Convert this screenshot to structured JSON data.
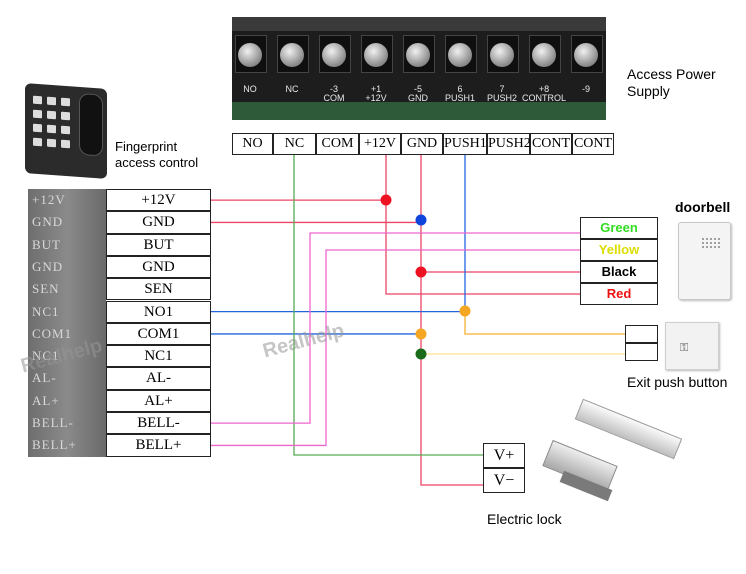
{
  "power_supply": {
    "title": "Access Power\nSupply",
    "board_labels": [
      "NO",
      "NC",
      "-3\nCOM",
      "+1\n+12V",
      "-5\nGND",
      "6\nPUSH1",
      "7\nPUSH2",
      "+8\nCONTROL",
      "-9"
    ],
    "terminals": [
      "NO",
      "NC",
      "COM",
      "+12V",
      "GND",
      "PUSH1",
      "PUSH2",
      "CONT",
      "CONT"
    ]
  },
  "fingerprint": {
    "title": "Fingerprint\naccess control",
    "strip_labels": [
      "+12V",
      "GND",
      "BUT",
      "GND",
      "SEN",
      "NC1",
      "COM1",
      "NC1",
      "AL-",
      "AL+",
      "BELL-",
      "BELL+"
    ],
    "pins": [
      "+12V",
      "GND",
      "BUT",
      "GND",
      "SEN",
      "NO1",
      "COM1",
      "NC1",
      "AL-",
      "AL+",
      "BELL-",
      "BELL+"
    ]
  },
  "doorbell": {
    "title": "doorbell",
    "wires": [
      {
        "label": "Green",
        "color": "#33dd22"
      },
      {
        "label": "Yellow",
        "color": "#dddd00"
      },
      {
        "label": "Black",
        "color": "#000000"
      },
      {
        "label": "Red",
        "color": "#ee1111"
      }
    ]
  },
  "exit_button": {
    "title": "Exit push button"
  },
  "lock": {
    "title": "Electric lock",
    "terminals": [
      "V+",
      "V−"
    ]
  },
  "watermark": "Realhelp",
  "colors": {
    "red": "#ee4466",
    "blue": "#2266dd",
    "green": "#55aa55",
    "pink": "#ee66cc",
    "orange": "#f5b033",
    "yellow": "#ffe08a",
    "dot_red": "#ee1122",
    "dot_blue": "#1144dd",
    "dot_orange": "#f5a623",
    "dot_green": "#1a6b1a"
  }
}
